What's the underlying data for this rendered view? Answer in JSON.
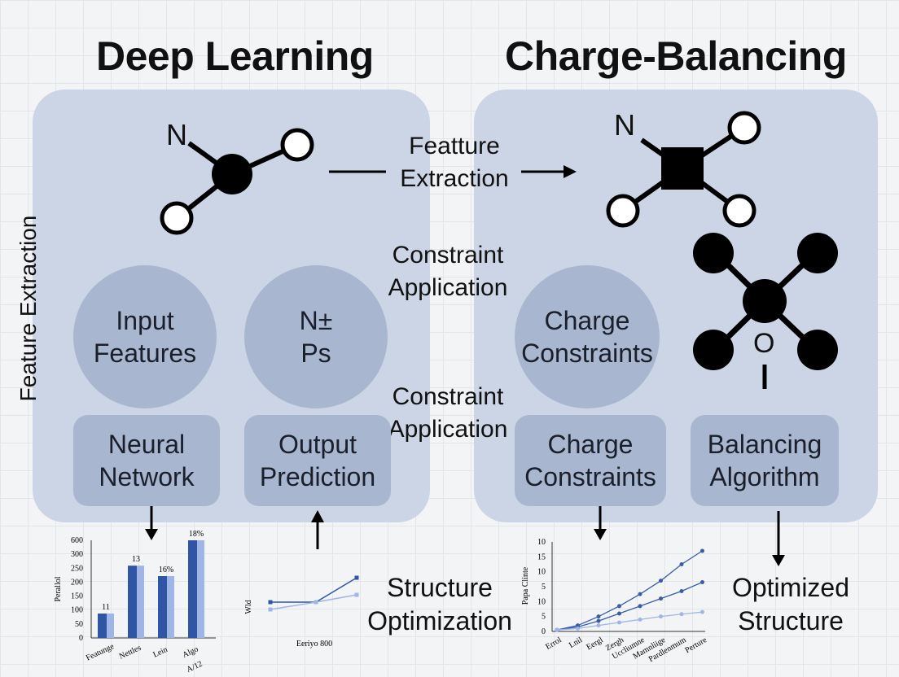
{
  "titles": {
    "left": "Deep Learning",
    "right": "Charge-Balancing"
  },
  "side_label": "Feature Extraction",
  "center_labels": {
    "feature_line1": "Featture",
    "feature_line2": "Extraction",
    "constraint1_line1": "Constraint",
    "constraint1_line2": "Application",
    "constraint2_line1": "Constraint",
    "constraint2_line2": "Application"
  },
  "molecules": {
    "left_atom_label": "N",
    "right_atom_label": "N",
    "big_molecule_label": "O"
  },
  "left_nodes": {
    "input_line1": "Input",
    "input_line2": "Features",
    "np_line1": "N±",
    "np_line2": "Ps",
    "neural_line1": "Neural",
    "neural_line2": "Network",
    "output_line1": "Output",
    "output_line2": "Prediction"
  },
  "right_nodes": {
    "charge_circle_line1": "Charge",
    "charge_circle_line2": "Constraints",
    "charge_box_line1": "Charge",
    "charge_box_line2": "Constraints",
    "balancing_line1": "Balancing",
    "balancing_line2": "Algorithm"
  },
  "bottom_labels": {
    "structure_line1": "Structure",
    "structure_line2": "Optimization",
    "optimized_line1": "Optimized",
    "optimized_line2": "Structure"
  },
  "chart_data": [
    {
      "type": "bar",
      "ylabel": "Perallol",
      "yticks": [
        "600",
        "300",
        "250",
        "200",
        "150",
        "100",
        "50",
        "0"
      ],
      "categories": [
        "Featunge",
        "Nettles",
        "Lein",
        "Algo",
        "A/12"
      ],
      "values": [
        75,
        222,
        190,
        300
      ],
      "bar_labels": [
        "11",
        "13",
        "16%",
        "18%"
      ],
      "colors": [
        "#2f55a4",
        "#9fb5e6"
      ],
      "ylim": [
        0,
        300
      ]
    },
    {
      "type": "line",
      "ylabel": "Wld",
      "xlabel": "Eeriyo 800",
      "series": [
        {
          "values": [
            1.0,
            1.0,
            2.0
          ],
          "color": "#2f55a4"
        },
        {
          "values": [
            0.7,
            1.0,
            1.3
          ],
          "color": "#9fb5e6"
        }
      ]
    },
    {
      "type": "line",
      "ylabel": "Papa Clinte",
      "yticks": [
        "10",
        "15",
        "10",
        "5",
        "10",
        "5",
        "0"
      ],
      "categories": [
        "Errol",
        "Lnil",
        "Eergl",
        "Zergh",
        "Uccliumne",
        "Mamnliige",
        "Pardlenmum",
        "Perture"
      ],
      "series": [
        {
          "values": [
            0.5,
            2,
            5,
            8.5,
            12.5,
            17,
            22.5,
            27
          ],
          "color": "#3a5da8"
        },
        {
          "values": [
            0.5,
            1.5,
            3.5,
            6,
            8.5,
            11,
            13.5,
            16.5
          ],
          "color": "#3a5da8"
        },
        {
          "values": [
            0.5,
            1,
            2,
            3,
            4,
            5,
            5.8,
            6.5
          ],
          "color": "#9fb5e6"
        }
      ],
      "ylim": [
        0,
        30
      ]
    }
  ]
}
